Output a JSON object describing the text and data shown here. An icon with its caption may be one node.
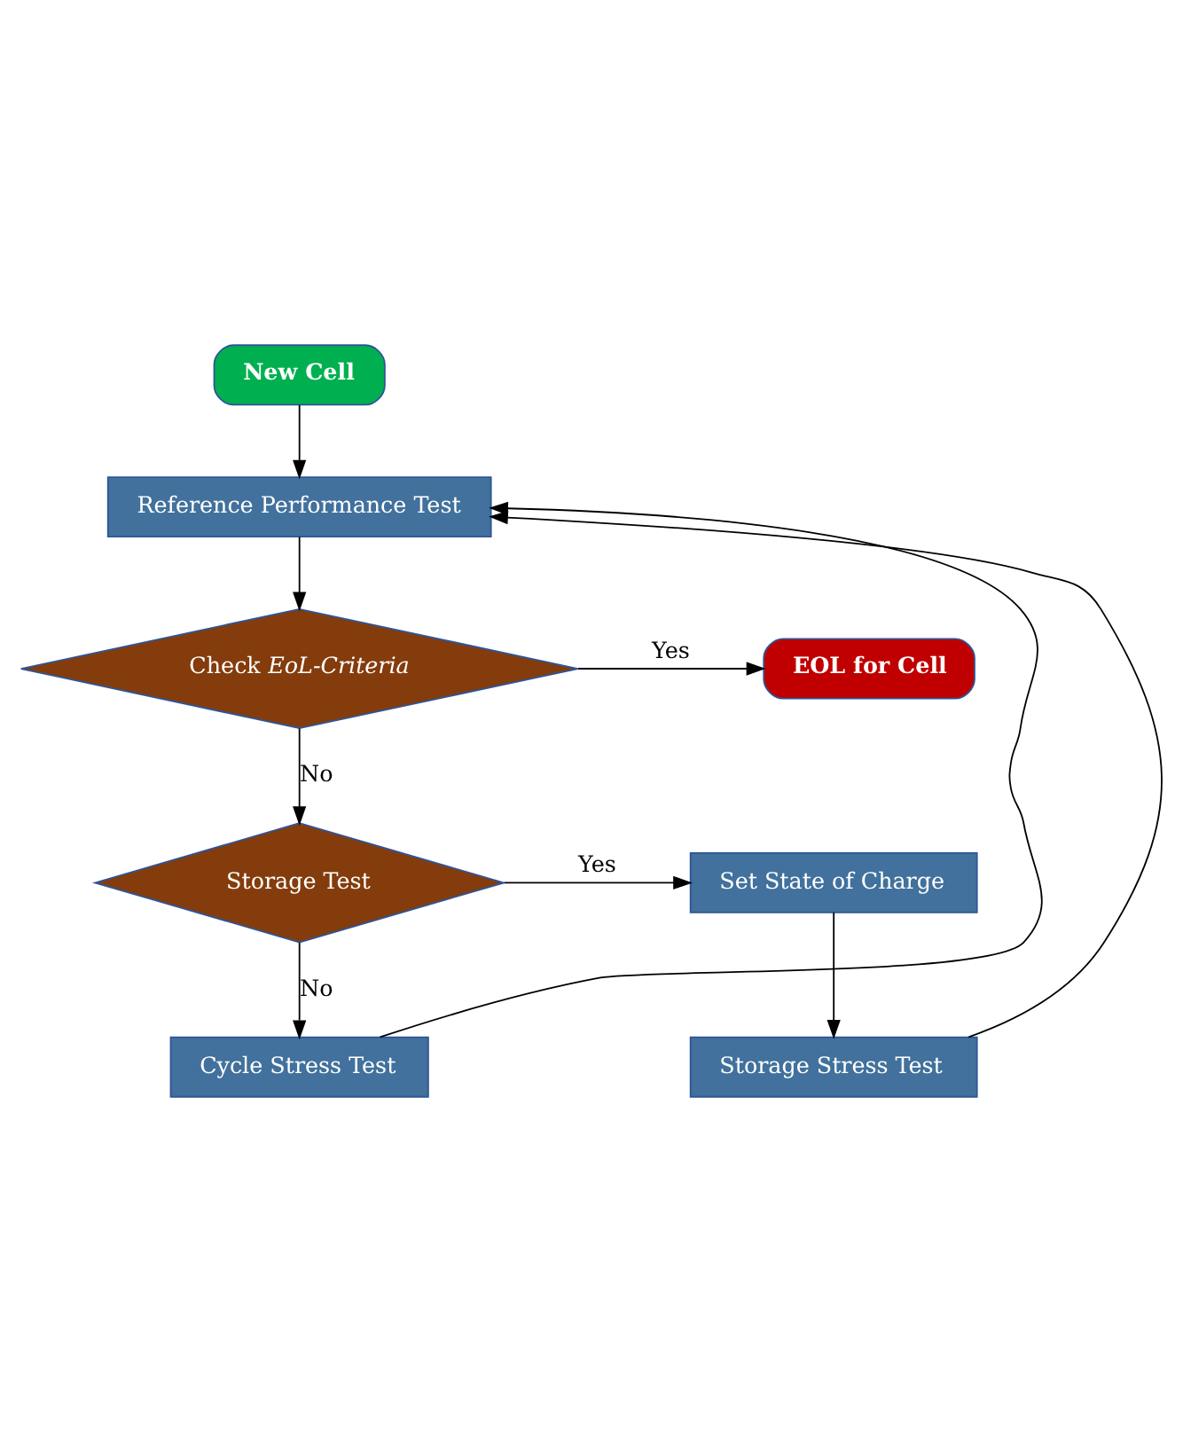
{
  "diagram": {
    "nodes": [
      {
        "text": [
          "New Cell"
        ]
      },
      {
        "text": [
          "Reference Performance Test"
        ]
      },
      {
        "text": [
          "Check *EoL-Criteria*"
        ]
      },
      {
        "text": [
          "EOL for Cell"
        ]
      },
      {
        "text": [
          "Storage Test"
        ]
      },
      {
        "text": [
          "Set State of Charge"
        ]
      },
      {
        "text": [
          "Cycle Stress Test"
        ]
      },
      {
        "text": [
          "Storage Stress Test"
        ]
      }
    ],
    "edges": [
      {
        "from": 0,
        "to": 1,
        "arrow": "to"
      },
      {
        "from": 1,
        "to": 2,
        "arrow": "to"
      },
      {
        "from": 2,
        "to": 3,
        "arrow": "to",
        "label": "Yes"
      },
      {
        "from": 2,
        "to": 4,
        "arrow": "to",
        "label": "No"
      },
      {
        "from": 4,
        "to": 5,
        "arrow": "to",
        "label": "Yes"
      },
      {
        "from": 4,
        "to": 6,
        "arrow": "to",
        "label": "No"
      },
      {
        "from": 5,
        "to": 7,
        "arrow": "to"
      },
      {
        "from": 6,
        "to": 1,
        "arrow": "to"
      },
      {
        "from": 7,
        "to": 1,
        "arrow": "to"
      }
    ]
  }
}
